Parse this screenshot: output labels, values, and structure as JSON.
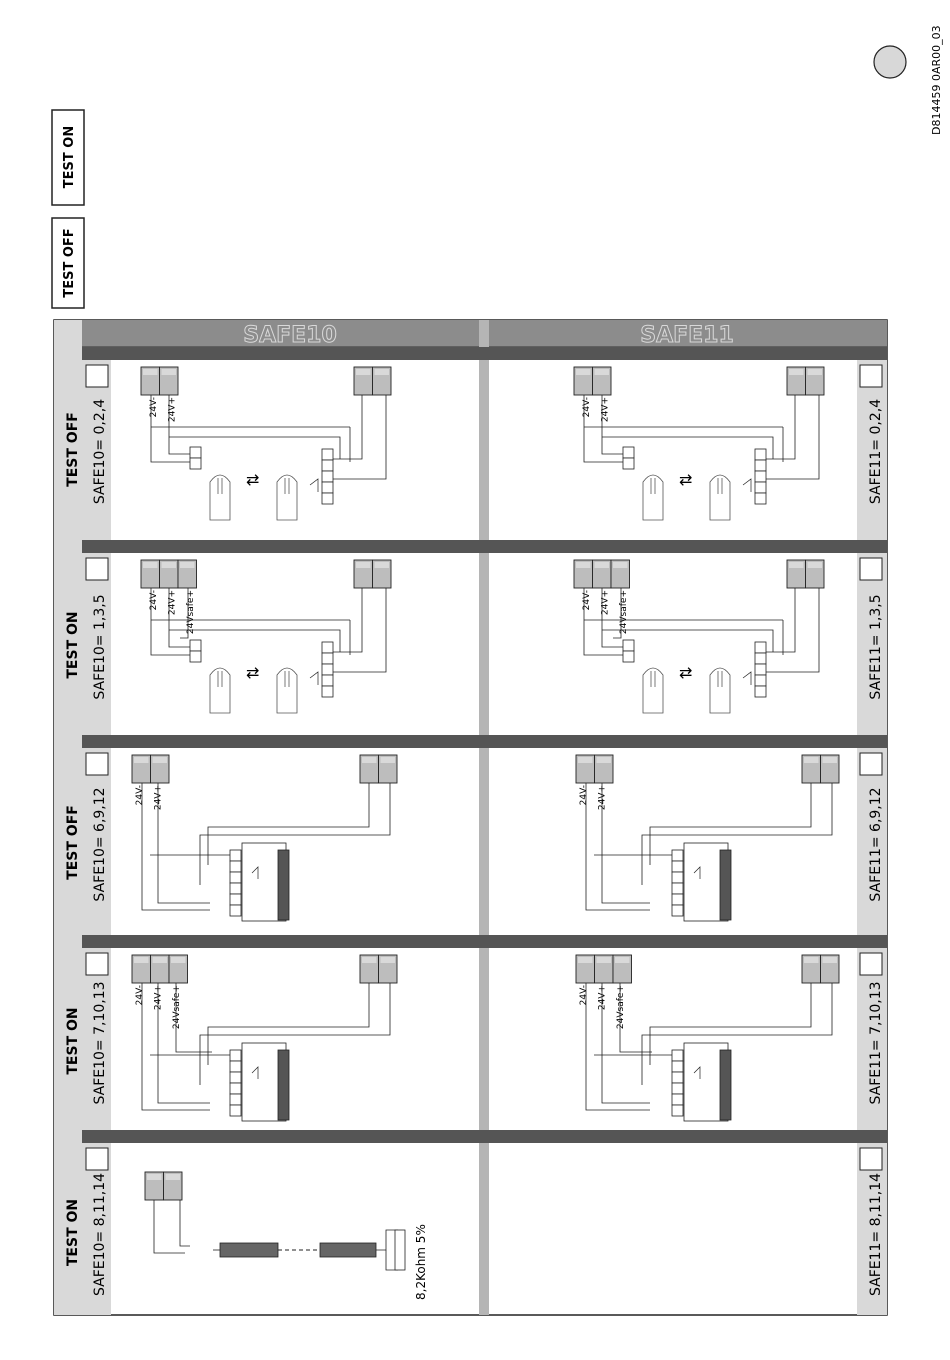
{
  "doc_code": "D814459 0AR00_03",
  "legend": {
    "test_off": "TEST OFF",
    "test_on": "TEST ON"
  },
  "columns": {
    "left": "SAFE10",
    "right": "SAFE11"
  },
  "rows": [
    {
      "mode": "TEST OFF",
      "left": "SAFE10= 0,2,4",
      "right": "SAFE11= 0,2,4",
      "kind": "photocell",
      "labels": [
        "24V-",
        "24V+"
      ]
    },
    {
      "mode": "TEST ON",
      "left": "SAFE10= 1,3,5",
      "right": "SAFE11= 1,3,5",
      "kind": "photocell",
      "labels": [
        "24V-",
        "24V+",
        "24Vsafe+"
      ]
    },
    {
      "mode": "TEST OFF",
      "left": "SAFE10= 6,9,12",
      "right": "SAFE11= 6,9,12",
      "kind": "edge",
      "labels": [
        "24V-",
        "24V+"
      ]
    },
    {
      "mode": "TEST ON",
      "left": "SAFE10= 7,10,13",
      "right": "SAFE11= 7,10,13",
      "kind": "edge",
      "labels": [
        "24V-",
        "24V+",
        "24Vsafe+"
      ]
    },
    {
      "mode": "TEST ON",
      "left": "SAFE10= 8,11,14",
      "right": "SAFE11= 8,11,14",
      "kind": "resistive",
      "labels": []
    }
  ],
  "resistor_label": "8,2Kohm 5%"
}
